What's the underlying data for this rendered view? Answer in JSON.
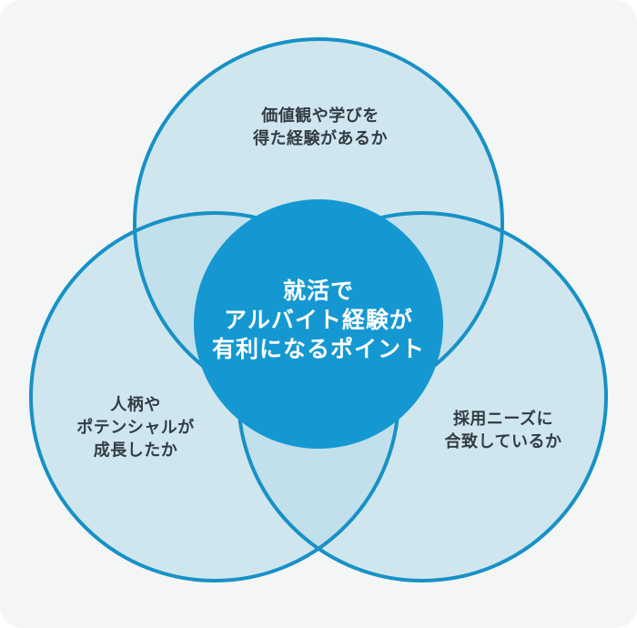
{
  "venn": {
    "center": {
      "lines": [
        "就活で",
        "アルバイト経験が",
        "有利になるポイント"
      ]
    },
    "circles": [
      {
        "id": "values",
        "lines": [
          "価値観や学びを",
          "得た経験があるか"
        ]
      },
      {
        "id": "personality",
        "lines": [
          "人柄や",
          "ポテンシャルが",
          "成長したか"
        ]
      },
      {
        "id": "hiring-needs",
        "lines": [
          "採用ニーズに",
          "合致しているか"
        ]
      }
    ]
  },
  "colors": {
    "bg": "#f4f6f6",
    "circle_fill": "#b7dcea",
    "circle_stroke": "#1791c6",
    "center_fill": "#1598d1",
    "label_text": "#323c46",
    "center_text": "#ffffff"
  }
}
